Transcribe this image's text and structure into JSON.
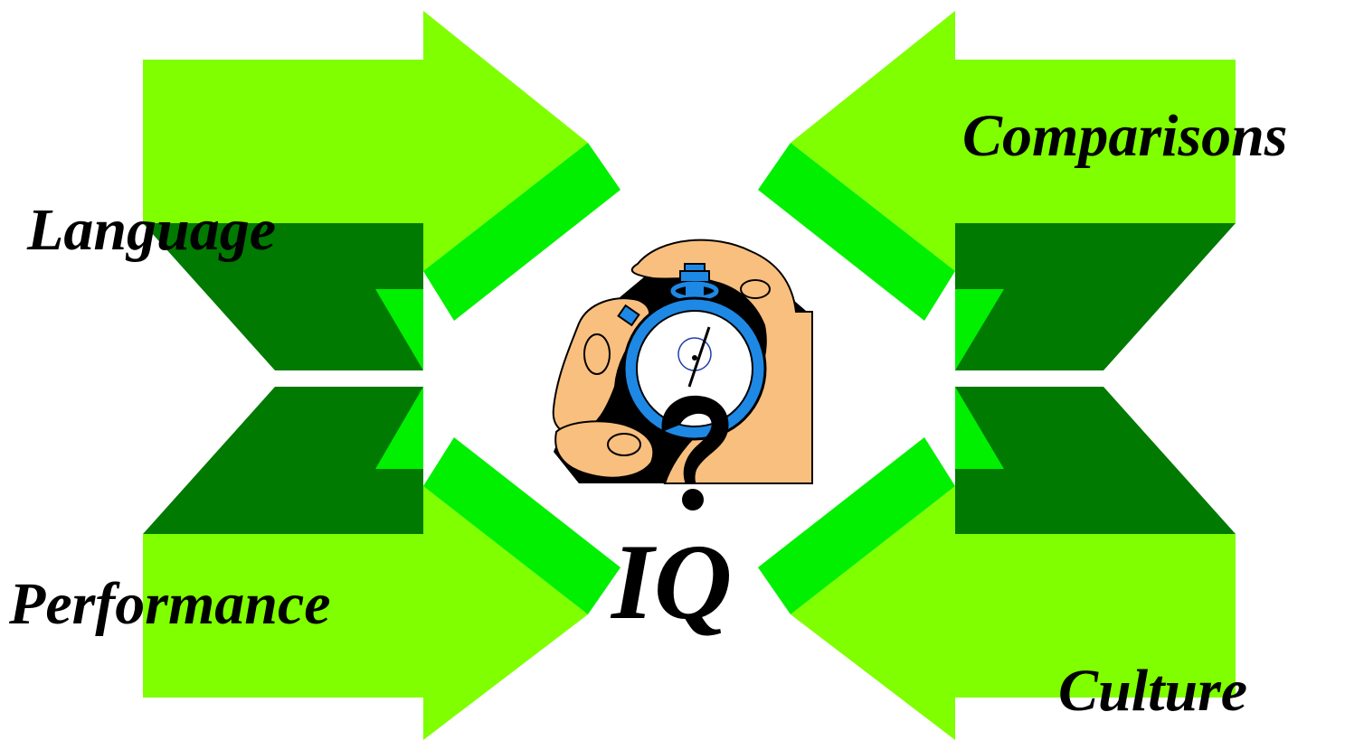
{
  "diagram": {
    "center_label": "IQ",
    "factors": {
      "top_left": "Language",
      "top_right": "Comparisons",
      "bottom_left": "Performance",
      "bottom_right": "Culture"
    },
    "icons": {
      "center": "stopwatch-in-hand-icon",
      "question_mark": "question-mark-icon",
      "arrows": "inward-arrow-icon"
    }
  },
  "colors": {
    "arrow_light": "#7FFF00",
    "arrow_bright": "#00F000",
    "arrow_dark": "#007A00",
    "hand_skin": "#F9BF7E",
    "watch_blue": "#1E88E5",
    "text": "#000000"
  }
}
